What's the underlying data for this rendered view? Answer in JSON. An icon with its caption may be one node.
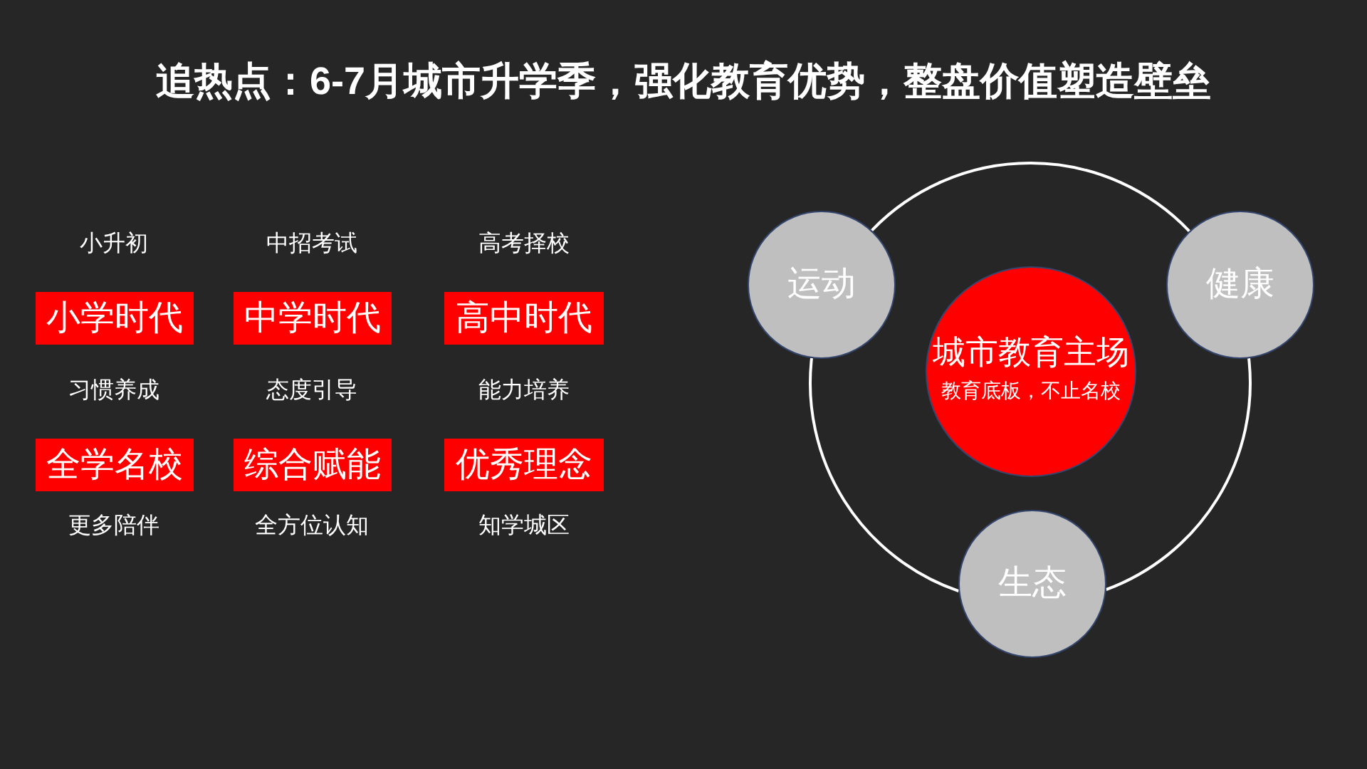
{
  "diagram": {
    "title": "追热点：6-7月城市升学季，强化教育优势，整盘价值塑造壁垒",
    "nodes": [
      {
        "text": [
          "小学时代"
        ]
      },
      {
        "text": [
          "中学时代"
        ]
      },
      {
        "text": [
          "高中时代"
        ]
      },
      {
        "text": [
          "全学名校"
        ]
      },
      {
        "text": [
          "综合赋能"
        ]
      },
      {
        "text": [
          "优秀理念"
        ]
      },
      {
        "text": [
          "运动"
        ]
      },
      {
        "text": [
          "健康"
        ]
      },
      {
        "text": [
          "城市教育主场",
          "教育底板，不止名校"
        ]
      },
      {
        "text": [
          "生态"
        ]
      }
    ],
    "edges": [
      {
        "from": 6,
        "to": 7,
        "arrow": "none"
      },
      {
        "from": 7,
        "to": 9,
        "arrow": "none"
      },
      {
        "from": 9,
        "to": 6,
        "arrow": "none"
      }
    ],
    "labels": [
      "小升初",
      "中招考试",
      "高考择校",
      "习惯养成",
      "态度引导",
      "能力培养",
      "更多陪伴",
      "全方位认知",
      "知学城区"
    ]
  }
}
